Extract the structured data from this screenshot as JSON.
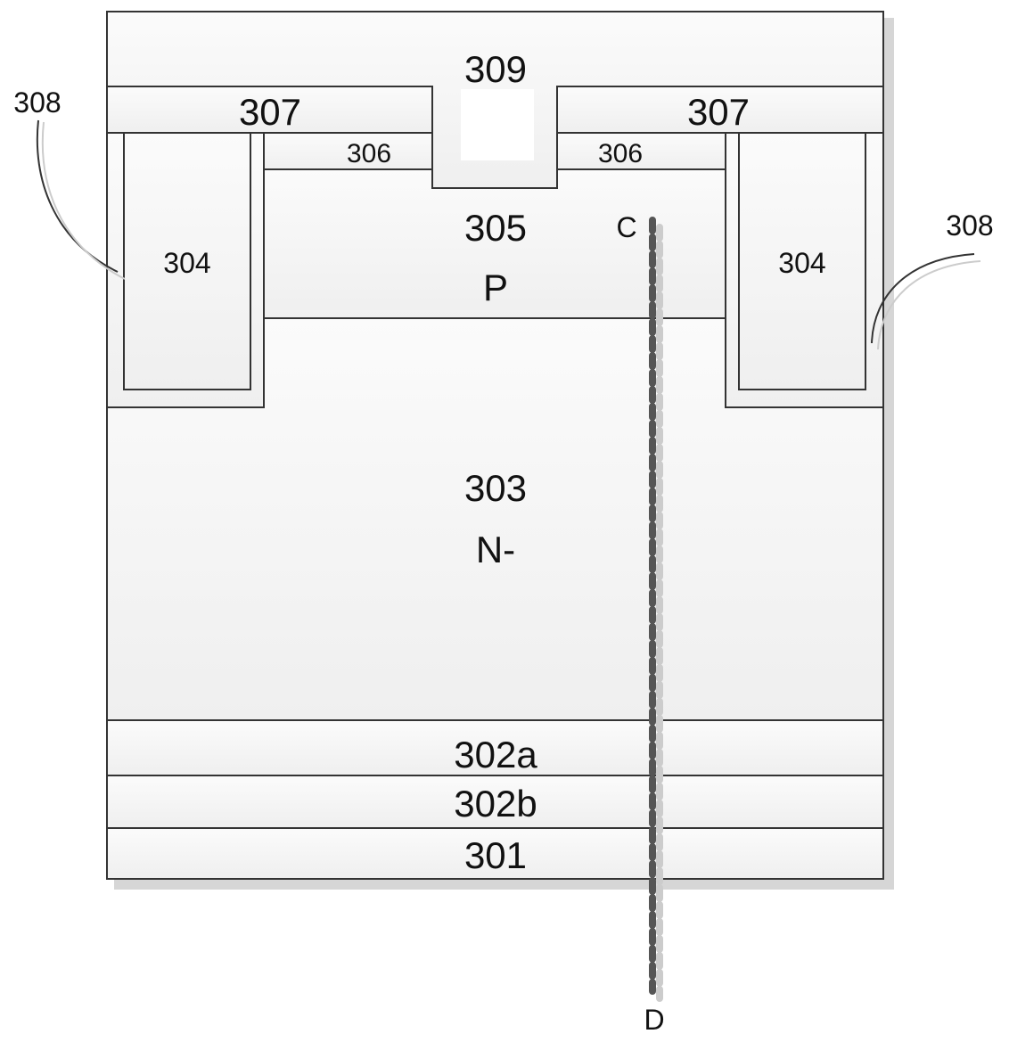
{
  "labels": {
    "layer_309": "309",
    "layer_307_left": "307",
    "layer_307_right": "307",
    "layer_306_left": "306",
    "layer_306_right": "306",
    "layer_305": "305",
    "layer_305_type": "P",
    "layer_304_left": "304",
    "layer_304_right": "304",
    "layer_303": "303",
    "layer_303_type": "N-",
    "layer_302a": "302a",
    "layer_302b": "302b",
    "layer_301": "301",
    "callout_308_left": "308",
    "callout_308_right": "308",
    "cut_start": "C",
    "cut_end": "D"
  }
}
